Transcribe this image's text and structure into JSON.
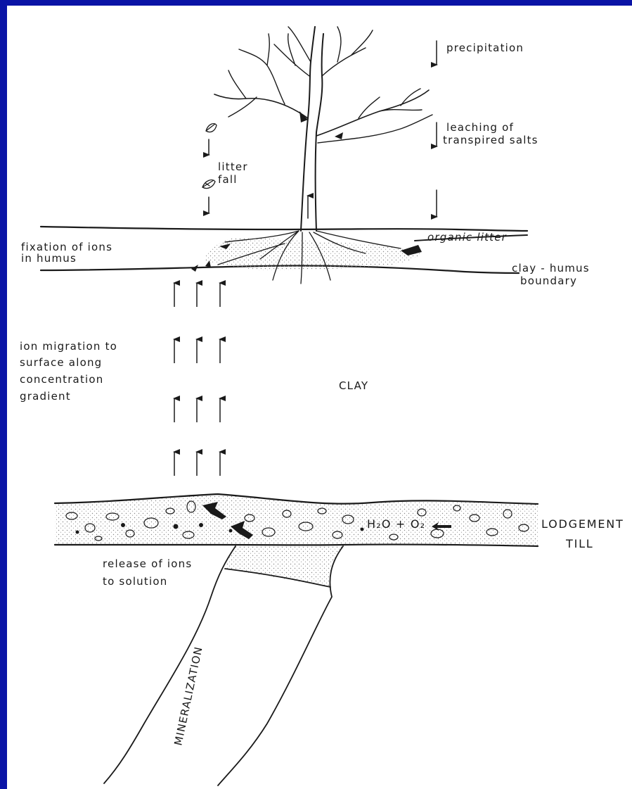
{
  "diagram": {
    "labels": {
      "precipitation": "precipitation",
      "leaching_1": "leaching of",
      "leaching_2": "transpired salts",
      "litter_1": "litter",
      "litter_2": "fall",
      "organic_litter": "organic litter",
      "fixation_1": "fixation of ions",
      "fixation_2": "in humus",
      "clay_humus_1": "clay - humus",
      "clay_humus_2": "boundary",
      "migration_1": "ion migration to",
      "migration_2": "surface along",
      "migration_3": "concentration",
      "migration_4": "gradient",
      "clay": "CLAY",
      "lodgement": "LODGEMENT",
      "till": "TILL",
      "reaction": "H₂O + O₂",
      "release_1": "release of ions",
      "release_2": "to solution",
      "mineralization": "MINERALIZATION"
    },
    "colors": {
      "border": "#0a14a6",
      "background": "#ffffff",
      "ink": "#1a1a1a",
      "stipple": "#c8c8c8"
    }
  }
}
